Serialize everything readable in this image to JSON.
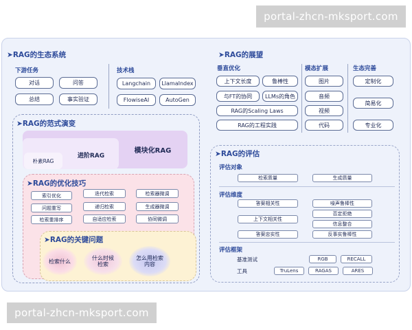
{
  "watermark": {
    "top": "portal-zhcn-mksport.com",
    "bottom": "portal-zhcn-mksport.com"
  },
  "ecosystem": {
    "title": "RAG的生态系统",
    "downstream": {
      "title": "下游任务",
      "items": [
        "对话",
        "问答",
        "总结",
        "事实验证"
      ]
    },
    "stack": {
      "title": "技术栈",
      "items": [
        "Langchain",
        "LlamaIndex",
        "FlowiseAI",
        "AutoGen"
      ]
    }
  },
  "outlook": {
    "title": "RAG的展望",
    "vertical": {
      "title": "垂直优化",
      "items": [
        "上下文长度",
        "鲁棒性",
        "与FT的协同",
        "LLMs的角色",
        "RAG的Scaling Laws",
        "RAG的工程实践"
      ]
    },
    "modality": {
      "title": "模态扩展",
      "items": [
        "图片",
        "音频",
        "视频",
        "代码"
      ]
    },
    "ecosystem": {
      "title": "生态完善",
      "items": [
        "定制化",
        "简易化",
        "专业化"
      ]
    }
  },
  "paradigm": {
    "title": "RAG的范式演变",
    "naive": "朴素RAG",
    "advanced": "进阶RAG",
    "modular": "模块化RAG"
  },
  "optimization": {
    "title": "RAG的优化技巧",
    "items": [
      "索引优化",
      "迭代检索",
      "检索器微调",
      "问题重写",
      "递归检索",
      "生成器微调",
      "检索重排序",
      "自适应检索",
      "协同微调"
    ]
  },
  "key_issues": {
    "title": "RAG的关键问题",
    "items": [
      "检索什么",
      "什么时候\n检索",
      "怎么用检索\n内容"
    ]
  },
  "evaluation": {
    "title": "RAG的评估",
    "targets": {
      "title": "评估对象",
      "items": [
        "检索质量",
        "生成质量"
      ]
    },
    "dimensions": {
      "title": "评估维度",
      "items": [
        "答案相关性",
        "噪声鲁棒性",
        "否定拒绝",
        "上下文相关性",
        "信息整合",
        "答案忠实性",
        "反事实鲁棒性"
      ]
    },
    "frameworks": {
      "title": "评估框架",
      "benchmark_label": "基准测试",
      "benchmarks": [
        "RGB",
        "RECALL"
      ],
      "tools_label": "工具",
      "tools": [
        "TruLens",
        "RAGAS",
        "ARES"
      ]
    }
  },
  "colors": {
    "accent": "#2d4a9a",
    "panel": "#eef2fb",
    "modular": "#e4d2f3",
    "advanced": "#f1e8fa",
    "naive": "#f7f2fc",
    "optimization": "#fbe2e8",
    "key_issues": "#fdf2d4"
  }
}
